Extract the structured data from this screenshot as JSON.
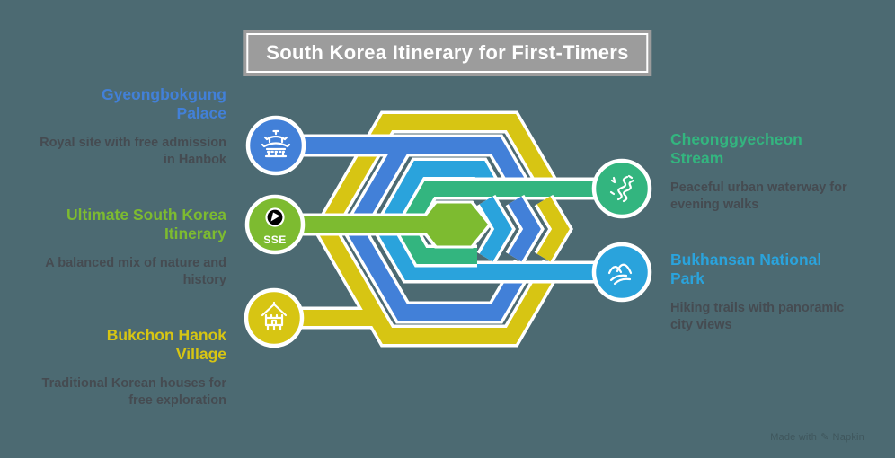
{
  "header": {
    "title": "South Korea Itinerary for First-Timers"
  },
  "colors": {
    "background": "#4c6a72",
    "casing": "#ffffff",
    "title_box_fill": "#9c9c9c",
    "title_text": "#ffffff",
    "description_text": "#45494f",
    "watermark_text": "#3d5359"
  },
  "items": [
    {
      "id": "gyeongbokgung-palace",
      "title_lines": [
        "Gyeongbokgung",
        "Palace"
      ],
      "description_lines": [
        "Royal site with free admission",
        "in Hanbok"
      ],
      "color": "#4280d8",
      "icon": "palace-icon"
    },
    {
      "id": "ultimate-south-korea-itinerary",
      "title_lines": [
        "Ultimate South Korea",
        "Itinerary"
      ],
      "description_lines": [
        "A balanced mix of nature and",
        "history"
      ],
      "color": "#7dbb30",
      "icon": "compass-icon",
      "compass_label": "SSE"
    },
    {
      "id": "bukchon-hanok-village",
      "title_lines": [
        "Bukchon Hanok",
        "Village"
      ],
      "description_lines": [
        "Traditional Korean houses for",
        "free exploration"
      ],
      "color": "#d7c513",
      "icon": "hanok-icon"
    },
    {
      "id": "cheonggyecheon-stream",
      "title_lines": [
        "Cheonggyecheon",
        "Stream"
      ],
      "description_lines": [
        "Peaceful urban waterway for",
        "evening walks"
      ],
      "color": "#33b57f",
      "icon": "stream-icon"
    },
    {
      "id": "bukhansan-national-park",
      "title_lines": [
        "Bukhansan National",
        "Park"
      ],
      "description_lines": [
        "Hiking trails with panoramic",
        "city views"
      ],
      "color": "#2aa3dc",
      "icon": "mountain-icon"
    }
  ],
  "watermark": {
    "made_with": "Made with",
    "brand": "Napkin"
  }
}
